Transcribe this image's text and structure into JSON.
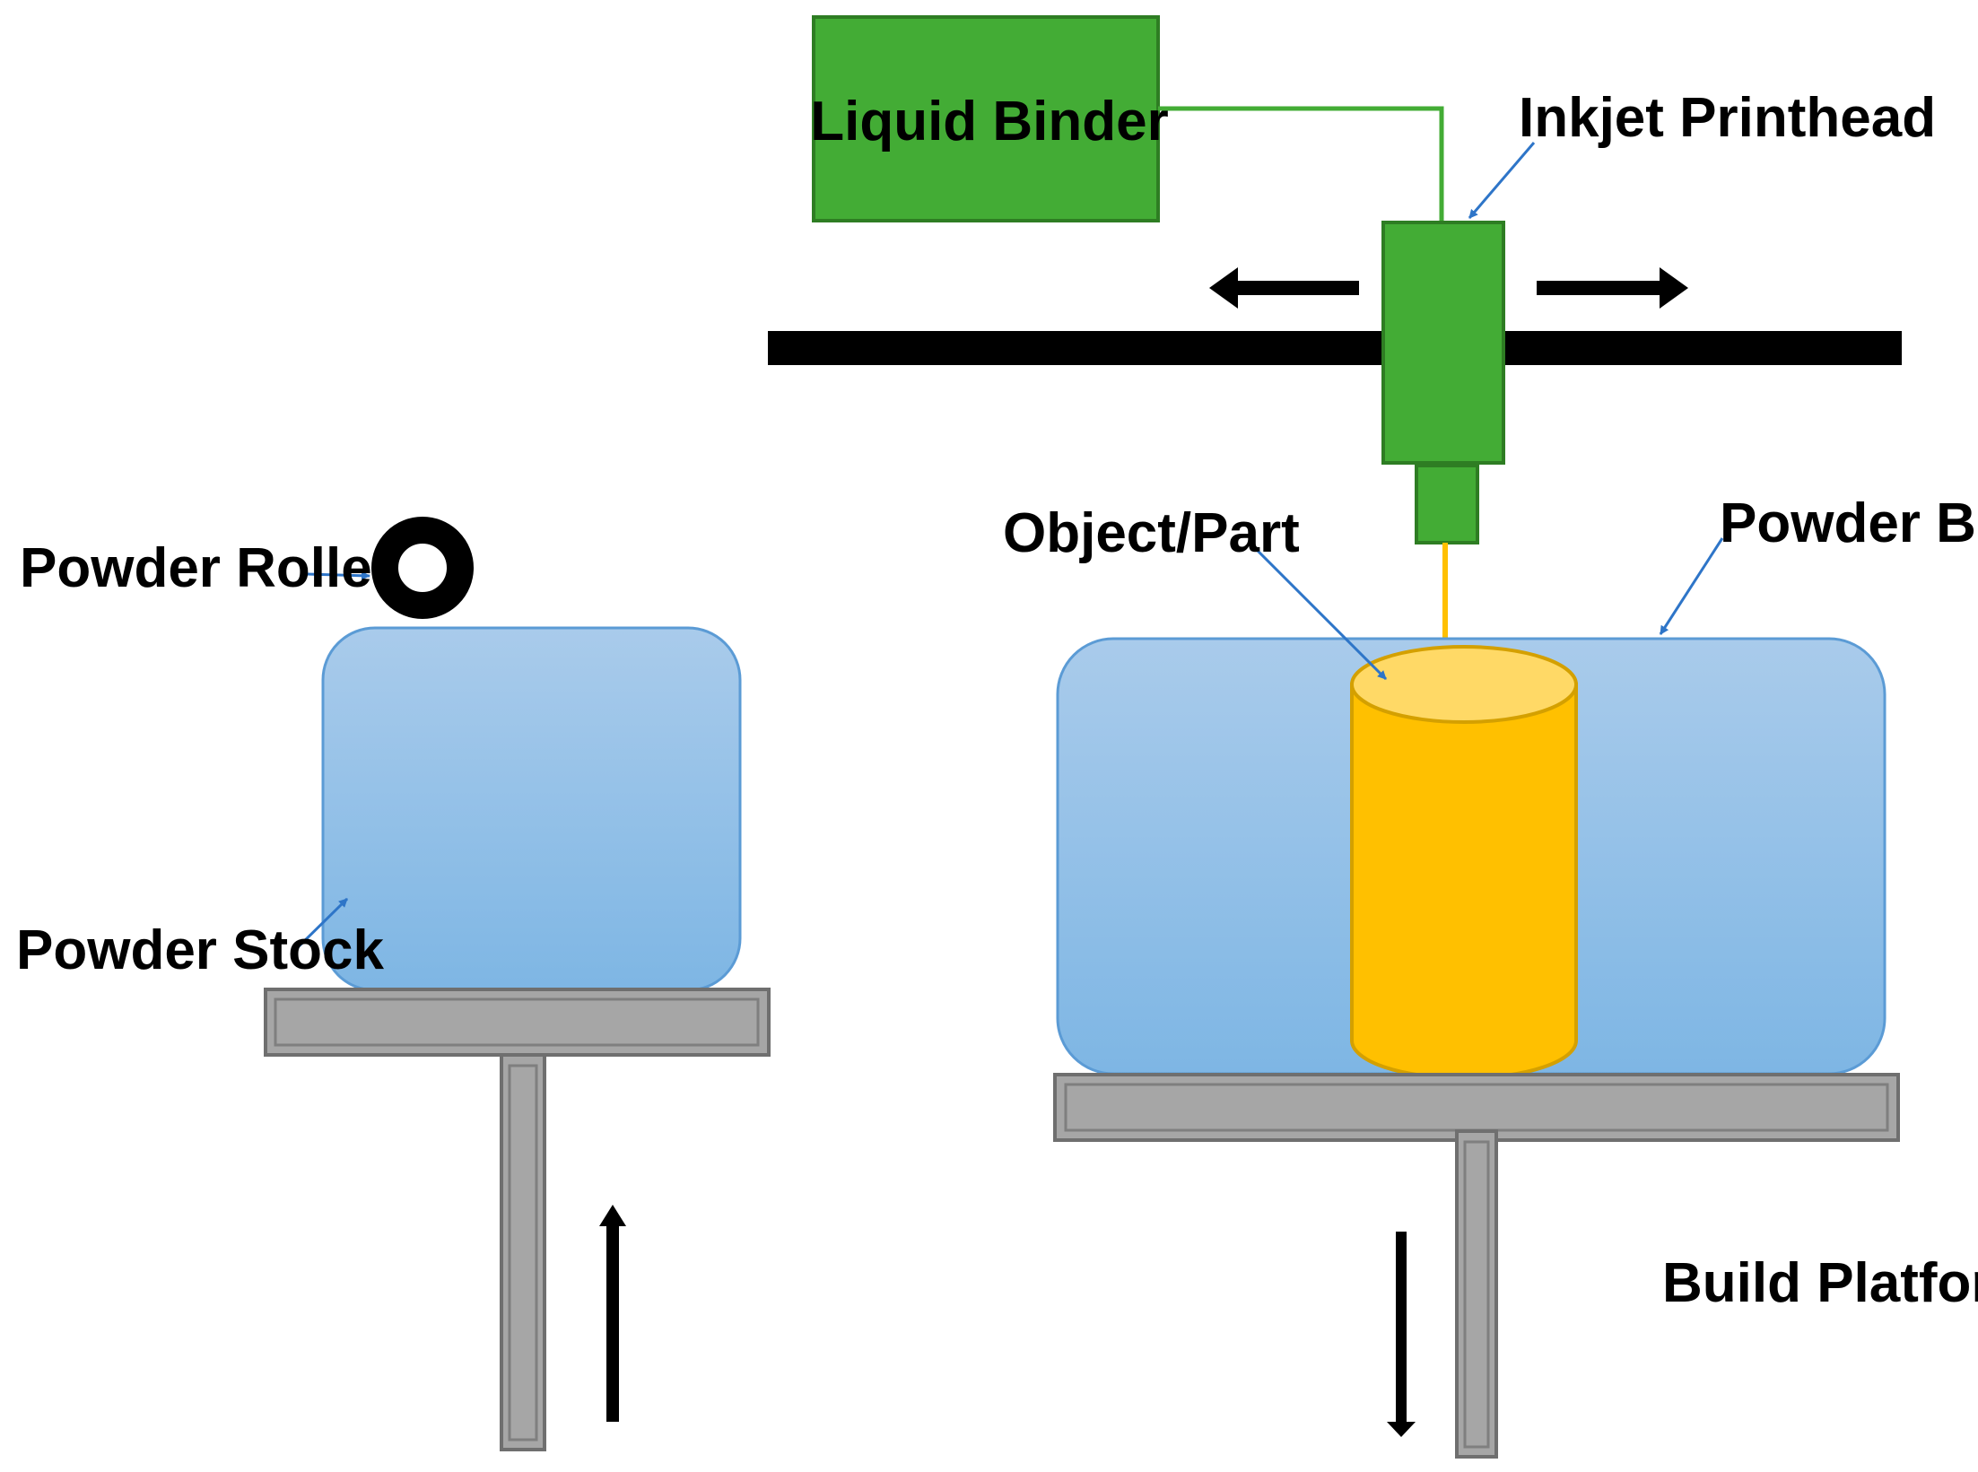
{
  "labels": {
    "liquid_binder": "Liquid Binder",
    "inkjet_printhead": "Inkjet Printhead",
    "powder_roller": "Powder Roller",
    "object_part": "Object/Part",
    "powder_bed": "Powder Bed",
    "powder_stock": "Powder Stock",
    "build_platform": "Build Platform"
  },
  "colors": {
    "binder_green": "#43AC35",
    "binder_border": "#2E7D23",
    "powder_top": "#A9CBEB",
    "powder_bottom": "#7EB6E4",
    "powder_border": "#5B9BD5",
    "part_fill": "#FFC000",
    "part_top": "#FFD966",
    "part_border": "#D4A000",
    "platform_fill": "#A6A6A6",
    "platform_border": "#6F6F6F",
    "pointer_blue": "#2E75C8"
  }
}
